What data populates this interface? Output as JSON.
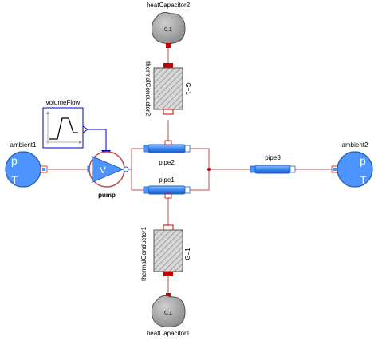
{
  "components": {
    "heat_capacitor_top": {
      "name": "heatCapacitor2",
      "value": "0.1"
    },
    "heat_capacitor_bottom": {
      "name": "heatCapacitor1",
      "value": "0.1"
    },
    "thermal_conductor_top": {
      "name": "thermalConductor2",
      "param": "G=1"
    },
    "thermal_conductor_bottom": {
      "name": "thermalConductor1",
      "param": "G=1"
    },
    "volume_flow": {
      "name": "volumeFlow"
    },
    "ambient_left": {
      "name": "ambient1",
      "p_label": "p",
      "t_label": "T"
    },
    "ambient_right": {
      "name": "ambient2",
      "p_label": "p",
      "t_label": "T"
    },
    "pump": {
      "name": "pump",
      "symbol": "V"
    },
    "pipe_top": {
      "name": "pipe2"
    },
    "pipe_bottom": {
      "name": "pipe1"
    },
    "pipe_right": {
      "name": "pipe3"
    }
  },
  "colors": {
    "fluid_blue": "#4d94ff",
    "wire_red": "#c00000",
    "port_red": "#cc0000",
    "signal_blue": "#0000cc",
    "capacitor_gray": "#a0a0a0"
  }
}
